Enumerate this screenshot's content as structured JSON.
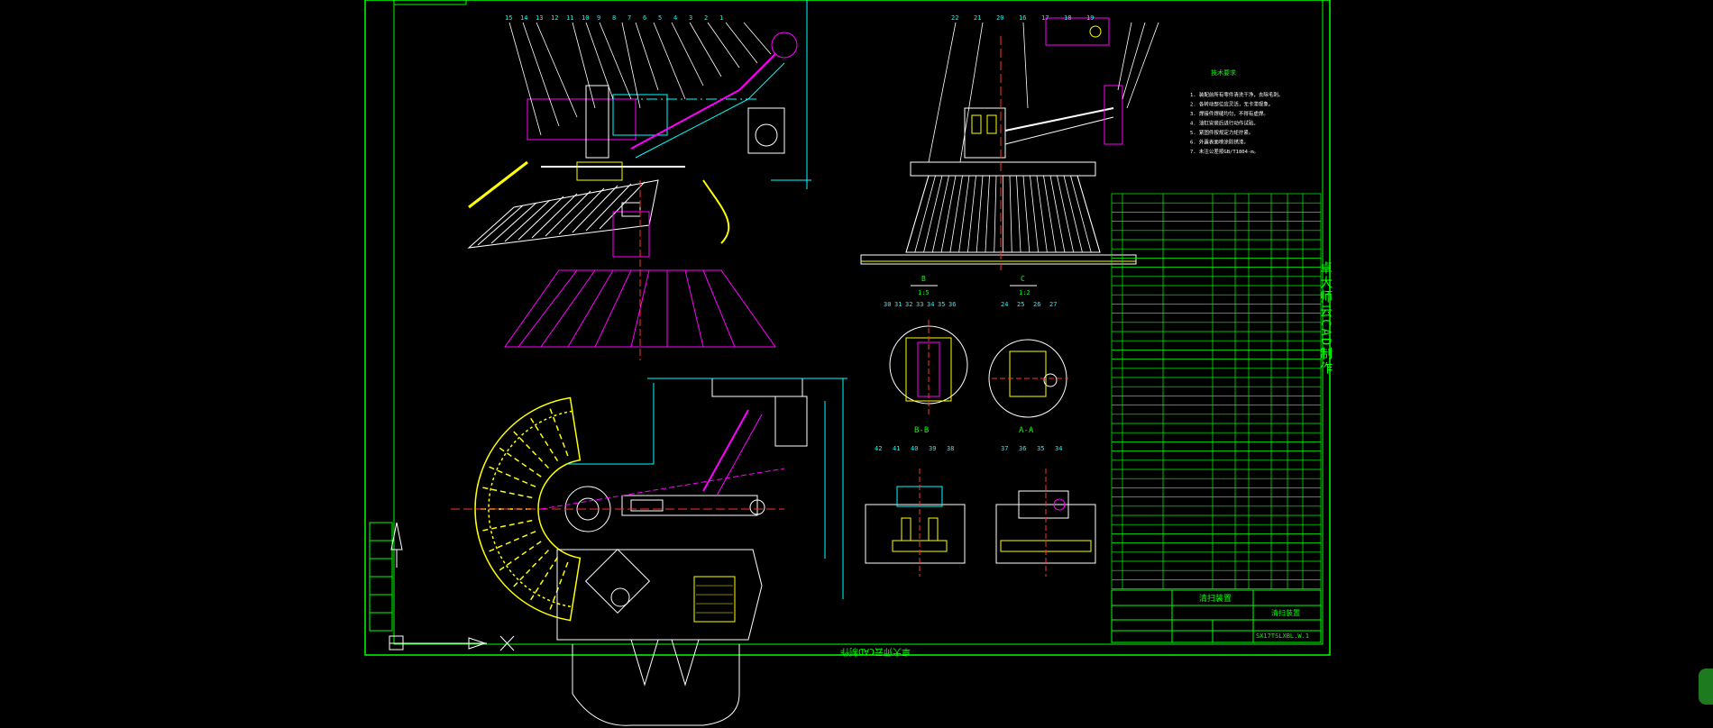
{
  "drawing": {
    "tech_req_title": "技术要求",
    "tech_req_lines": [
      "1. 装配前所有零件清洗干净，去除毛刺。",
      "2. 各转动部位应灵活，无卡滞现象。",
      "3. 焊接件焊缝均匀，不得有虚焊。",
      "4. 油缸安装后进行动作试验。",
      "5. 紧固件按规定力矩拧紧。",
      "6. 外露表面喷涂防锈漆。",
      "7. 未注公差按GB/T1804-m。"
    ],
    "title_block": {
      "name": "清扫装置",
      "drawing_no": "SX17TSLXBL.W.1"
    },
    "watermark_right": "卓大师云CAD制作",
    "watermark_bottom": "卓大师云CAD制作",
    "view_labels": [
      "B-B",
      "A-A"
    ],
    "section_letters": [
      "B",
      "C"
    ],
    "section_scales": [
      "1:5",
      "1:2"
    ],
    "balloons_top": [
      "15",
      "14",
      "13",
      "12",
      "11",
      "10",
      "9",
      "8",
      "7",
      "6",
      "5",
      "4",
      "3",
      "2",
      "1"
    ],
    "balloons_right_top": [
      "22",
      "21",
      "20",
      "16",
      "17",
      "18",
      "19"
    ],
    "balloons_bb": [
      "30",
      "31",
      "32",
      "33",
      "34",
      "35",
      "36"
    ],
    "balloons_aa": [
      "24",
      "25",
      "26",
      "27"
    ],
    "balloons_lower_left": [
      "42",
      "41",
      "40",
      "39",
      "38"
    ],
    "balloons_lower_right": [
      "37",
      "36",
      "35",
      "34"
    ]
  },
  "colors": {
    "background": "#000000",
    "frame": "#00ff00",
    "cyan": "#00ffff",
    "white": "#ffffff",
    "magenta": "#ff00ff",
    "yellow": "#ffff00",
    "red": "#ff3030"
  }
}
